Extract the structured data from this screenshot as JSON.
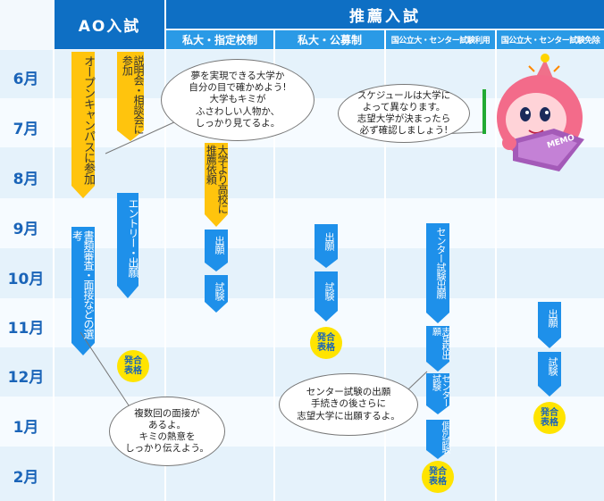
{
  "headers": {
    "ao": "AO入試",
    "suisen": "推薦入試",
    "cols": [
      "私大・指定校制",
      "私大・公募制",
      "国公立大・センター試験利用",
      "国公立大・センター試験免除"
    ]
  },
  "months": [
    "6月",
    "7月",
    "8月",
    "9月",
    "10月",
    "11月",
    "12月",
    "1月",
    "2月"
  ],
  "bars": {
    "open_campus": "オープンキャンパスに参加",
    "setsumeikai": "説明会・相談会に参加",
    "entry": "エントリー・出願",
    "shorui": "書類審査・面接などの選考",
    "suisen_irai": "大学より高校に推薦依頼",
    "shutsugan": "出願",
    "shiken": "試験",
    "center_shutsugan": "センター試験出願",
    "shibou_shutsugan": "志望校出願",
    "center_shiken": "センター試験",
    "kobetsu_shiken": "個別試験"
  },
  "badge": "発合\n表格",
  "bubbles": {
    "top": "夢を実現できる大学か\n自分の目で確かめよう!\n大学もキミが\nふさわしい人物か、\nしっかり見てるよ。",
    "memo": "スケジュールは大学に\nよって異なります。\n志望大学が決まったら\n必ず確認しましょう!",
    "interview": "複数回の面接が\nあるよ。\nキミの熱意を\nしっかり伝えよう。",
    "center": "センター試験の出願\n手続きの後さらに\n志望大学に出願するよ。"
  },
  "mascot": {
    "memo_label": "MEMO"
  },
  "colors": {
    "header_blue": "#1a8fe0",
    "header_dark": "#0e6fc4",
    "month_text": "#1a64b8",
    "arrow_blue": "#1888e6",
    "arrow_yellow": "#ffc40d",
    "row_light": "#e9f4fb",
    "row_white": "#f7fbfe",
    "badge_yellow": "#ffe400"
  }
}
